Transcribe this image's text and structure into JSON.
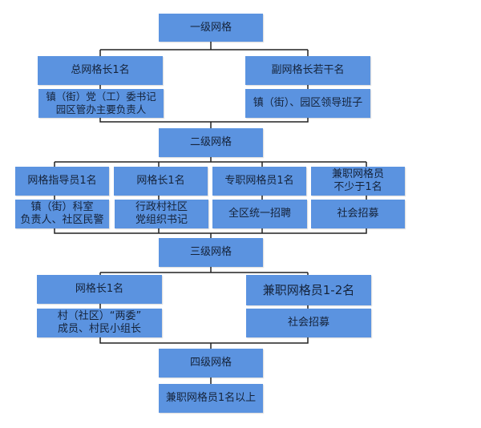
{
  "colors": {
    "box": "#5b93e0",
    "line": "#222222",
    "text": "#15233a"
  },
  "level1": {
    "title": "一级网格",
    "left": {
      "head": "总网格长1名",
      "sub": "镇（街）党（工）委书记\n园区管办主要负责人"
    },
    "right": {
      "head": "副网格长若干名",
      "sub": "镇（街）、园区领导班子"
    }
  },
  "level2": {
    "title": "二级网格",
    "columns": [
      {
        "head": "网格指导员1名",
        "sub": "镇（街）科室\n负责人、社区民警"
      },
      {
        "head": "网格长1名",
        "sub": "行政村社区\n党组织书记"
      },
      {
        "head": "专职网格员1名",
        "sub": "全区统一招聘"
      },
      {
        "head": "兼职网格员\n不少于1名",
        "sub": "社会招募"
      }
    ]
  },
  "level3": {
    "title": "三级网格",
    "left": {
      "head": "网格长1名",
      "sub": "村（社区）“两委”\n成员、村民小组长"
    },
    "right": {
      "head": "兼职网格员1-2名",
      "sub": "社会招募"
    }
  },
  "level4": {
    "title": "四级网格",
    "sub": "兼职网格员1名以上"
  }
}
